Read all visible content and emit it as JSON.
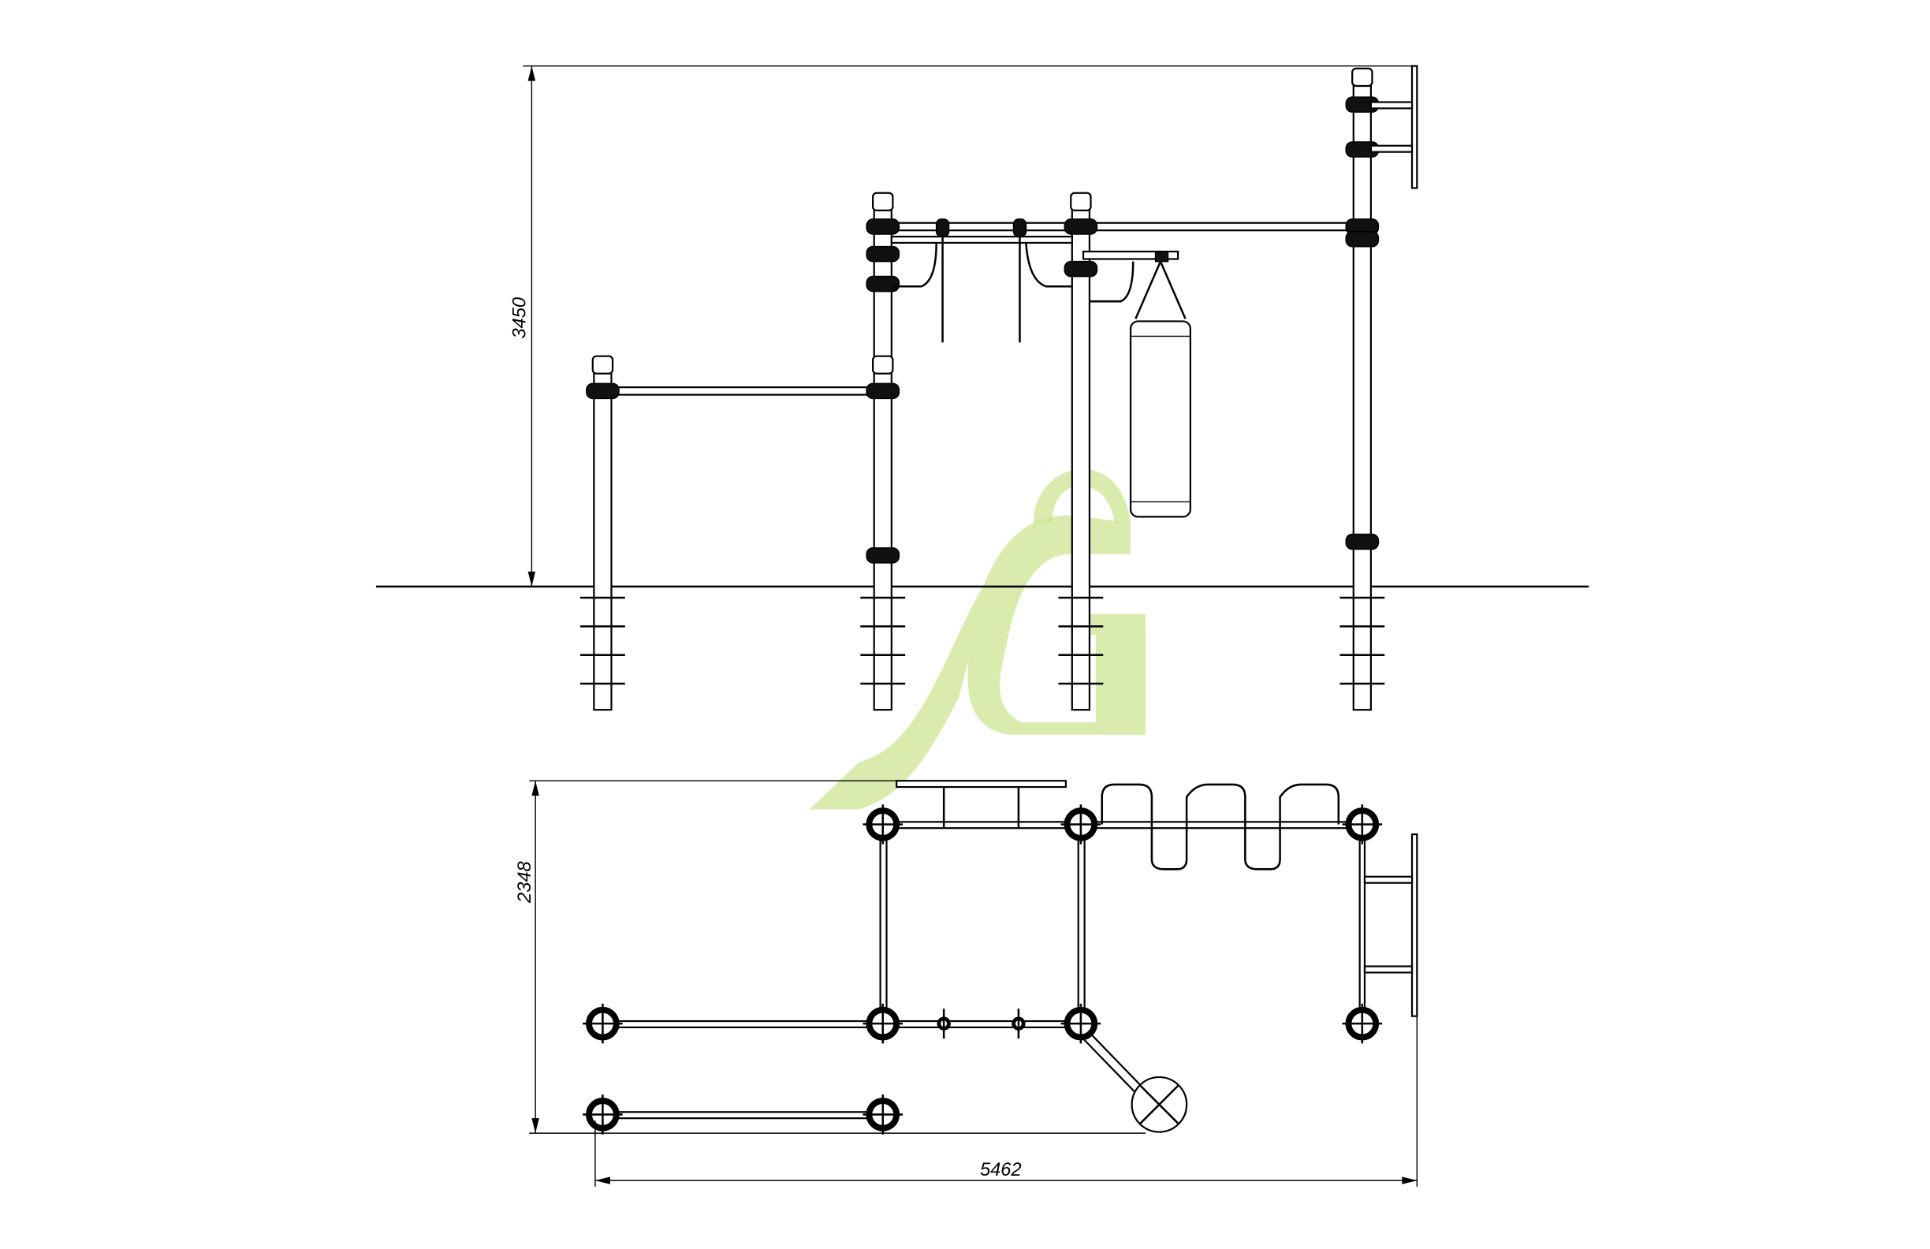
{
  "drawing": {
    "dimensions": {
      "height": "3450",
      "depth": "2348",
      "width": "5462"
    },
    "watermark_colour": "#cfe79a"
  }
}
